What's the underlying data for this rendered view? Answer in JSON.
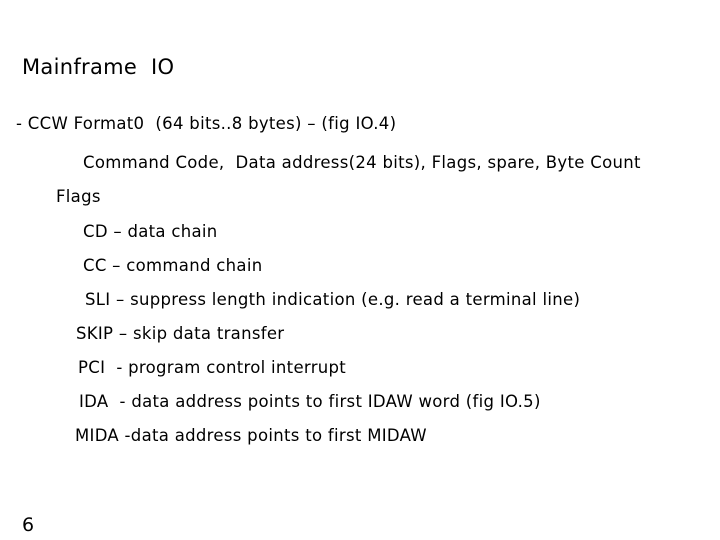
{
  "slide": {
    "title": "Mainframe  IO",
    "lines": [
      "- CCW Format0  (64 bits..8 bytes) – (fig IO.4)",
      "Command Code,  Data address(24 bits), Flags, spare, Byte Count",
      "Flags",
      "CD – data chain",
      "CC – command chain",
      "SLI – suppress length indication (e.g. read a terminal line)",
      "SKIP – skip data transfer",
      "PCI  - program control interrupt",
      "IDA  - data address points to first IDAW word (fig IO.5)",
      "MIDA -data address points to first MIDAW"
    ],
    "page_number": "6"
  },
  "colors": {
    "background": "#ffffff",
    "text": "#000000"
  }
}
